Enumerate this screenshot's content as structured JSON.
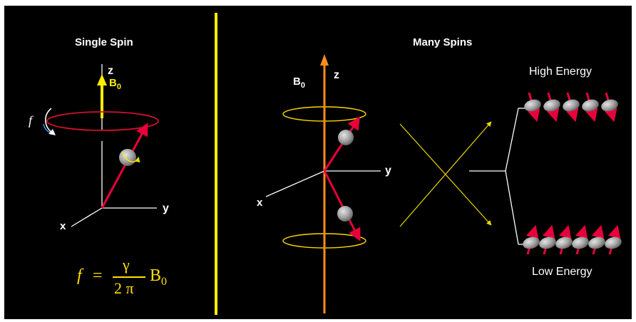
{
  "left_panel": {
    "title": "Single Spin",
    "axis_z": "z",
    "axis_y": "y",
    "axis_x": "x",
    "field_label": "B",
    "field_subscript": "0",
    "freq_symbol": "f",
    "formula": {
      "lhs": "f",
      "equals": "=",
      "numerator": "γ",
      "denominator": "2 π",
      "field": "B",
      "field_subscript": "0"
    }
  },
  "right_panel": {
    "title": "Many Spins",
    "axis_z": "z",
    "axis_y": "y",
    "axis_x": "x",
    "field_label": "B",
    "field_subscript": "0",
    "high_energy_label": "High Energy",
    "low_energy_label": "Low Energy",
    "high_energy_spin_count": 5,
    "low_energy_spin_count": 6
  },
  "colors": {
    "background": "#000000",
    "axis": "#ffffff",
    "spin_vector": "#e8003a",
    "precession_ring": "#d0102a",
    "field_arrow_single": "#ffee00",
    "field_arrow_many": "#ff8c1a",
    "orbit_ellipse": "#ffd400",
    "divider": "#ffee00",
    "formula": "#ffe000",
    "particle": "#a8a8a8",
    "crossing_arrows": "#e8d800"
  }
}
